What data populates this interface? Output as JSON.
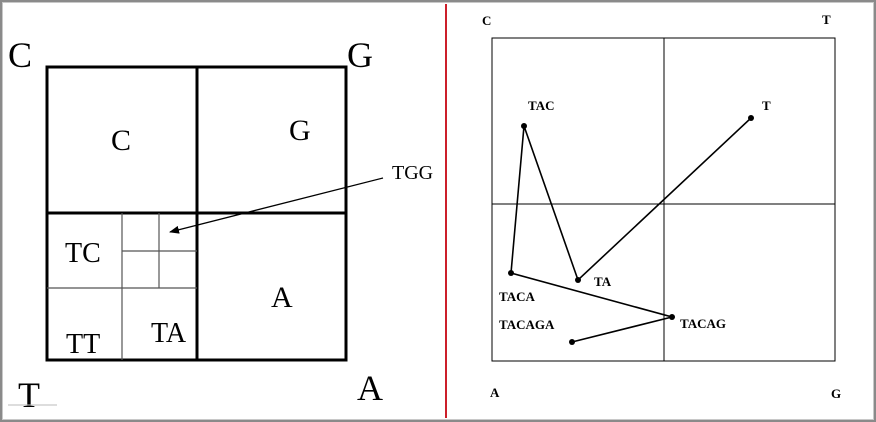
{
  "left_panel": {
    "corner_labels": {
      "top_left": "C",
      "top_right": "G",
      "bottom_left": "T",
      "bottom_right": "A"
    },
    "quadrant_labels": {
      "c": "C",
      "g": "G",
      "a": "A",
      "tc": "TC",
      "tt": "TT",
      "ta": "TA"
    },
    "pointer_label": "TGG"
  },
  "right_panel": {
    "corner_labels": {
      "top_left": "C",
      "top_right": "T",
      "bottom_left": "A",
      "bottom_right": "G"
    },
    "path_points": {
      "t": "T",
      "tac": "TAC",
      "ta": "TA",
      "taca": "TACA",
      "tacag": "TACAG",
      "tacaga": "TACAGA"
    }
  },
  "colors": {
    "divider": "#cc1f2a",
    "ink": "#000000"
  }
}
